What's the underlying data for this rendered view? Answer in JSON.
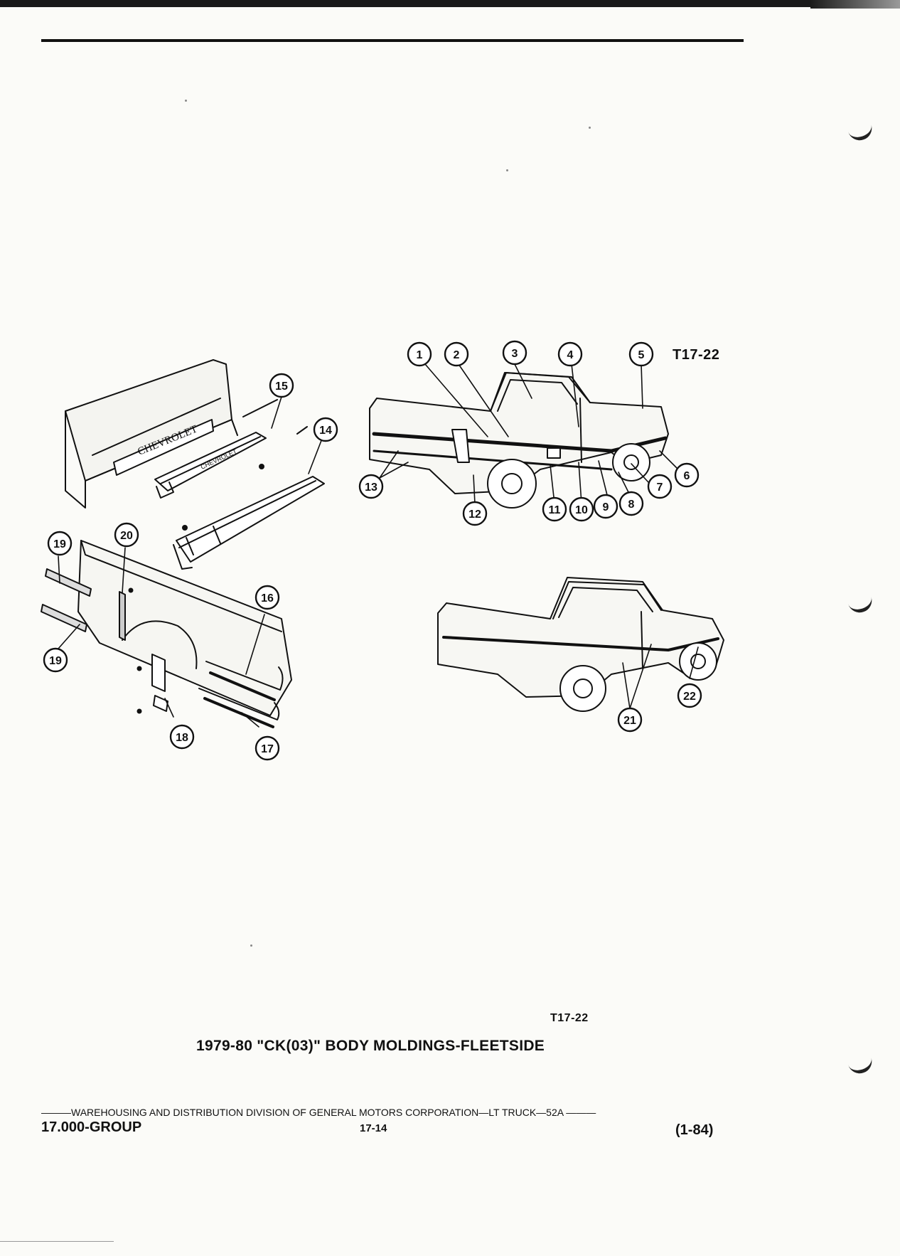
{
  "figure": {
    "code": "T17-22",
    "caption": "1979-80 \"CK(03)\" BODY MOLDINGS-FLEETSIDE",
    "callouts": [
      "1",
      "2",
      "3",
      "4",
      "5",
      "6",
      "7",
      "8",
      "9",
      "10",
      "11",
      "12",
      "13",
      "14",
      "15",
      "16",
      "17",
      "18",
      "19",
      "19",
      "20",
      "21",
      "22"
    ]
  },
  "footer": {
    "division_line": "———WAREHOUSING AND DISTRIBUTION  DIVISION OF GENERAL MOTORS CORPORATION—LT TRUCK—52A  ———",
    "group": "17.000-GROUP",
    "page": "17-14",
    "revision": "(1-84)"
  },
  "colors": {
    "ink": "#111111",
    "paper": "#fbfbf8"
  }
}
